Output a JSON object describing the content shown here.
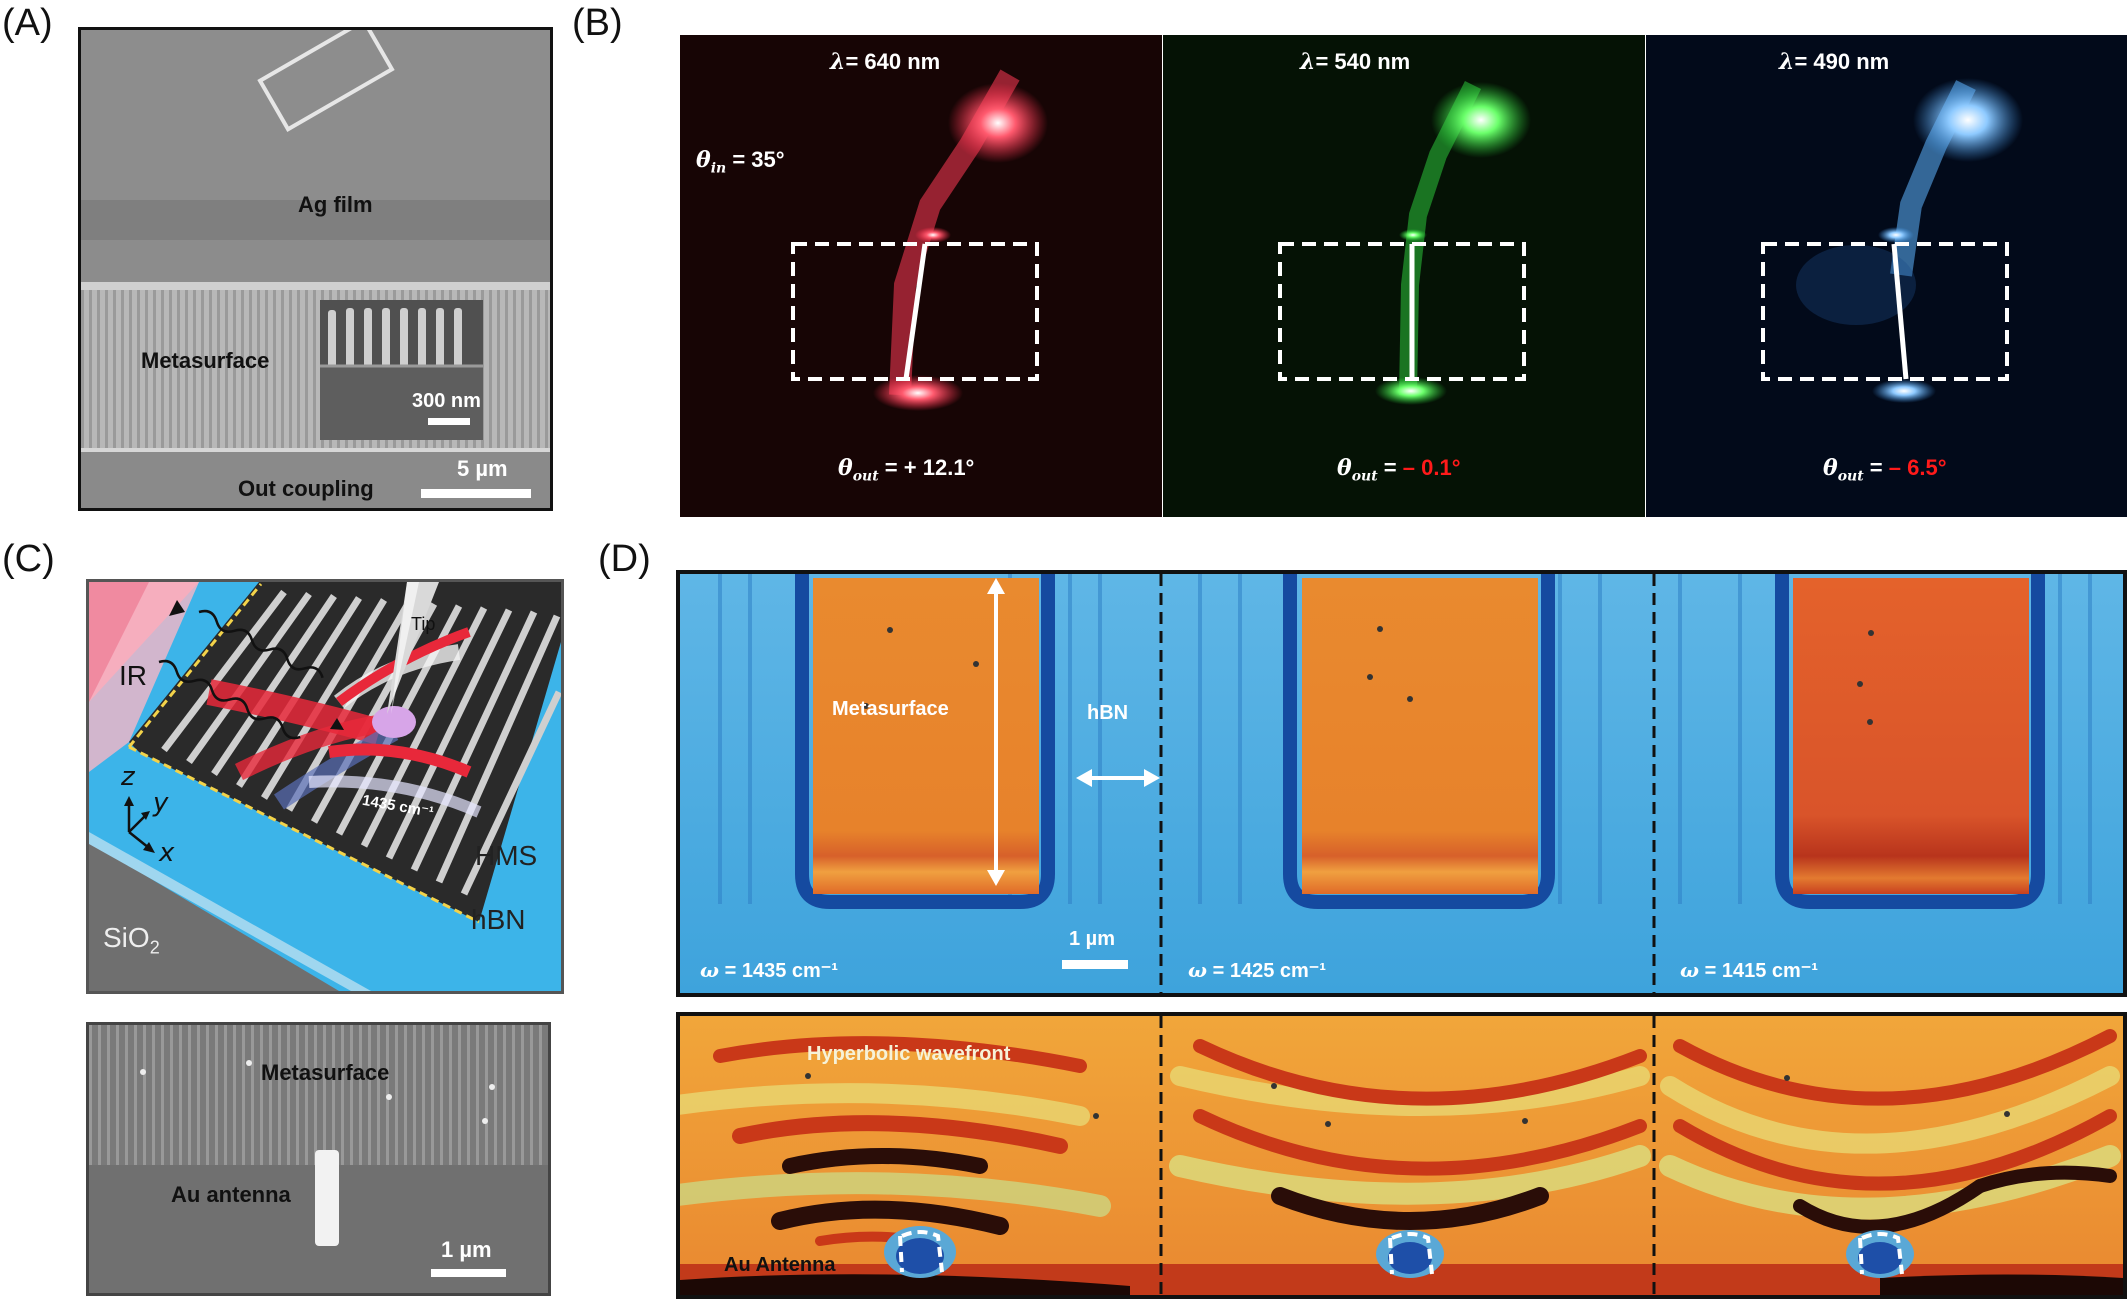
{
  "panel_labels": {
    "a": "(A)",
    "b": "(B)",
    "c": "(C)",
    "d": "(D)"
  },
  "panel_a": {
    "ag_film": "Ag film",
    "metasurface": "Metasurface",
    "out_coupling": "Out coupling",
    "scale_main": "5 µm",
    "scale_inset": "300 nm"
  },
  "panel_b": {
    "theta_in": "= 35°",
    "theta_in_sym": "θ",
    "theta_in_sub": "in",
    "theta_out_sym": "θ",
    "theta_out_sub": "out",
    "lambda_sym": "λ",
    "images": [
      {
        "lambda": "=  640 nm",
        "theta_eq": "=",
        "theta_out": "+ 12.1°",
        "out_color": "#ffffff",
        "glow": "#ff2a48"
      },
      {
        "lambda": "=  540 nm",
        "theta_eq": "=",
        "theta_out": "–  0.1°",
        "out_color": "#ff1a1a",
        "glow": "#33ff44"
      },
      {
        "lambda": "=  490 nm",
        "theta_eq": "=",
        "theta_out": "–  6.5°",
        "out_color": "#ff1a1a",
        "glow": "#5fb4ff"
      }
    ]
  },
  "panel_c_top": {
    "ir": "IR",
    "tip": "Tip",
    "freq": "1435 cm⁻¹",
    "hms": "HMS",
    "hbn": "hBN",
    "sio2": "SiO",
    "sio2_sub": "2",
    "axis_z": "z",
    "axis_y": "y",
    "axis_x": "x"
  },
  "panel_c_bottom": {
    "metasurface": "Metasurface",
    "au_antenna": "Au antenna",
    "scale": "1 µm"
  },
  "panel_d_top": {
    "metasurface": "Metasurface",
    "hbn": "hBN",
    "scale": "1 µm",
    "omega_sym": "ω",
    "images": [
      {
        "omega": "=  1435 cm⁻¹"
      },
      {
        "omega": "=  1425 cm⁻¹"
      },
      {
        "omega": "=  1415 cm⁻¹"
      }
    ]
  },
  "panel_d_bottom": {
    "hyperbolic": "Hyperbolic wavefront",
    "au_antenna": "Au Antenna"
  },
  "colors": {
    "sem_gray": "#8e8e8e",
    "hbn_blue": "#38b6ea",
    "heat_orange": "#e87a2a",
    "heat_red": "#c82a1a"
  }
}
